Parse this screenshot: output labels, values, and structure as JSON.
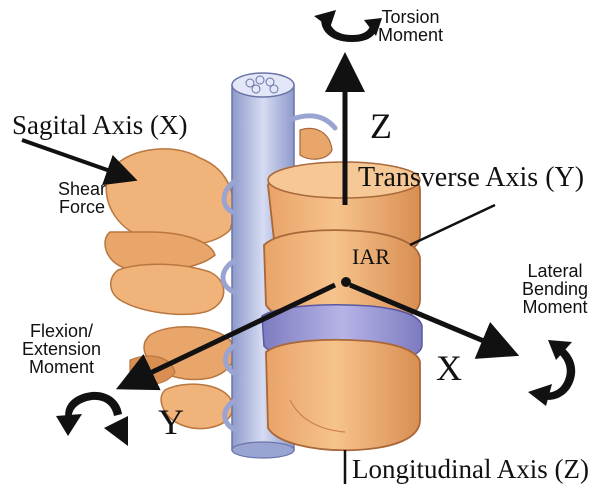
{
  "labels": {
    "torsion_line1": "Torsion",
    "torsion_line2": "Moment",
    "sagital_axis": "Sagital Axis (X)",
    "shear_line1": "Shear",
    "shear_line2": "Force",
    "axis_z": "Z",
    "transverse_axis": "Transverse Axis (Y)",
    "iar": "IAR",
    "lateral_line1": "Lateral",
    "lateral_line2": "Bending",
    "lateral_line3": "Moment",
    "flexion_line1": "Flexion/",
    "flexion_line2": "Extension",
    "flexion_line3": "Moment",
    "axis_x": "X",
    "axis_y": "Y",
    "longitudinal_axis": "Longitudinal Axis (Z)"
  },
  "colors": {
    "bone": "#f0b37a",
    "bone_shadow": "#c9814a",
    "bone_dark": "#a8683a",
    "disc": "#9c9ad6",
    "spinal_cord": "#b9c3e6",
    "ink": "#111111"
  },
  "icons": [
    "torsion-moment-arrow-icon",
    "lateral-bending-moment-arrow-icon",
    "flexion-extension-moment-arrow-icon"
  ]
}
